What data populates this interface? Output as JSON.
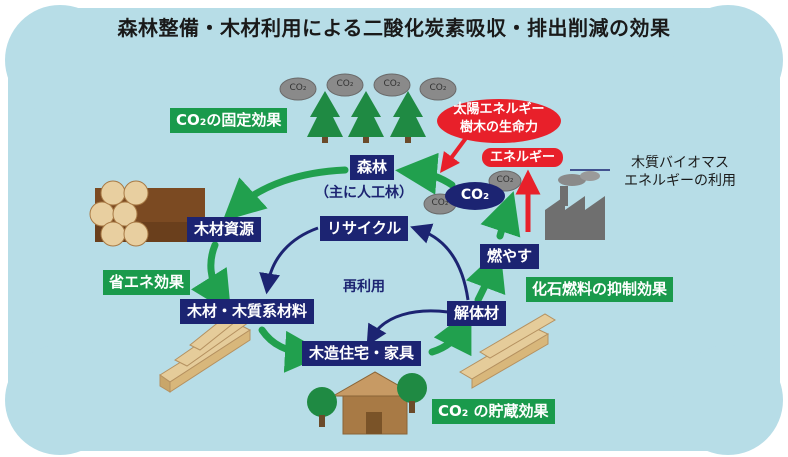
{
  "title": "森林整備・木材利用による二酸化炭素吸収・排出削減の効果",
  "nodes": {
    "forest": "森林",
    "forest_sub": "（主に人工林）",
    "wood_resource": "木材資源",
    "wood_materials": "木材・木質系材料",
    "housing": "木造住宅・家具",
    "dismantled": "解体材",
    "burn": "燃やす",
    "recycle": "リサイクル",
    "reuse": "再利用"
  },
  "effects": {
    "fixation": "CO₂の固定効果",
    "energy_saving": "省エネ効果",
    "fossil_fuel": "化石燃料の抑制効果",
    "storage": "CO₂ の貯蔵効果"
  },
  "energy": {
    "solar_line1": "太陽エネルギー",
    "solar_line2": "樹木の生命力",
    "energy_label": "エネルギー",
    "biomass_line1": "木質バイオマス",
    "biomass_line2": "エネルギーの利用"
  },
  "co2": {
    "center": "CO₂",
    "small": "CO₂"
  },
  "colors": {
    "background": "#b7dde7",
    "navy": "#1c2472",
    "green": "#1a9a4c",
    "red": "#e8202a",
    "arrow_green": "#21a04e"
  }
}
